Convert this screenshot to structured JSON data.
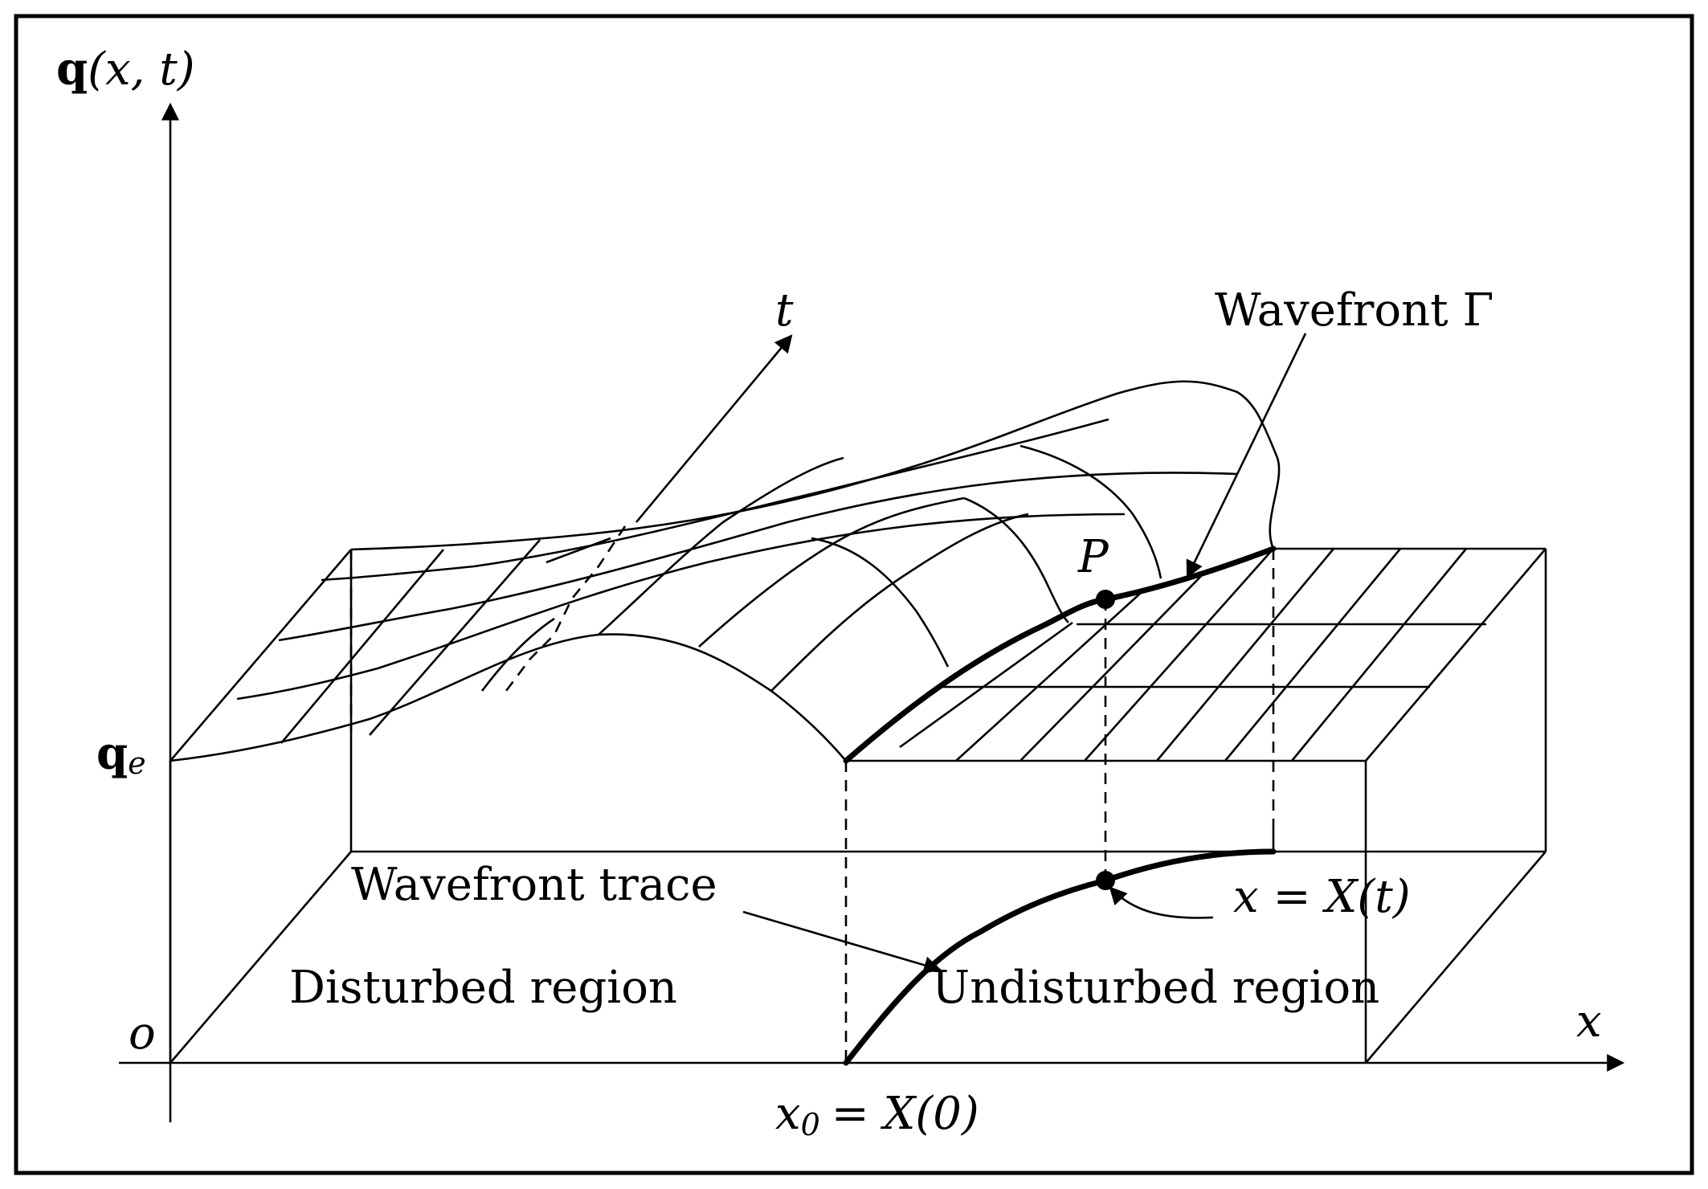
{
  "labels": {
    "y_axis": "q(x, t)",
    "y_axis_bold": "q",
    "y_axis_args": "(x, t)",
    "qe_bold": "q",
    "qe_sub": "e",
    "origin": "o",
    "x_axis": "x",
    "t_axis": "t",
    "wavefront_gamma": "Wavefront Γ",
    "point_p": "P",
    "wavefront_trace": "Wavefront trace",
    "x_eq_X_x": "x",
    "x_eq_X_eq": "=",
    "x_eq_X_rest": "X(t)",
    "x_eq_X": "x = X(t)",
    "disturbed": "Disturbed region",
    "undisturbed": "Undisturbed region",
    "x0": "x",
    "x0_sub": "0",
    "x0_rest": "= X(0)",
    "x0_full": "x0 = X(0)"
  },
  "colors": {
    "line": "#000000",
    "background": "#ffffff"
  }
}
